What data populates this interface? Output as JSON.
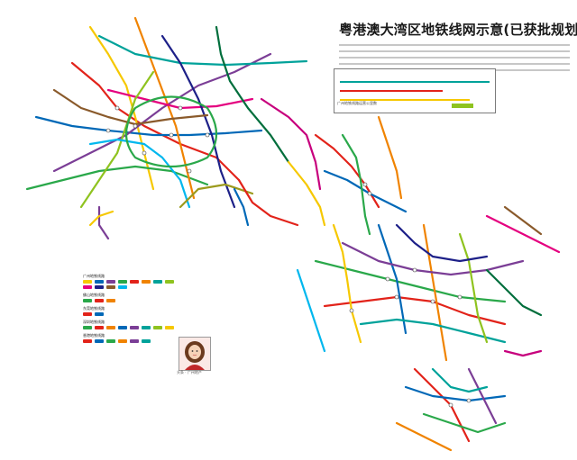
{
  "map": {
    "title": "粤港澳大湾区地铁线网示意(已获批规划)",
    "legend_caption": "广州地铁线路运营公里数",
    "avatar_caption": "头条 · 广州地产",
    "line_colors": {
      "red": "#e2231a",
      "yellow": "#f6c800",
      "blue": "#0068b7",
      "green": "#2aa84a",
      "purple": "#7b3e96",
      "orange": "#f08300",
      "teal": "#00a29a",
      "pink": "#e4007f",
      "brown": "#8a5a2b",
      "lime": "#8fc31f",
      "navy": "#1d2088",
      "cyan": "#00b7ee",
      "darkgreen": "#006e3c",
      "magenta": "#c7007d",
      "olive": "#9c9a1c",
      "gray": "#888888"
    },
    "station_marker": "dot",
    "systems": [
      {
        "name": "广州地铁线路",
        "chip_colors": [
          "#f6c800",
          "#0068b7",
          "#7b3e96",
          "#2aa84a",
          "#e2231a",
          "#f08300",
          "#00a29a",
          "#8fc31f",
          "#e4007f",
          "#1d2088",
          "#8a5a2b",
          "#00b7ee"
        ]
      },
      {
        "name": "佛山地铁线路",
        "chip_colors": [
          "#2aa84a",
          "#e2231a",
          "#f08300"
        ]
      },
      {
        "name": "东莞地铁线路",
        "chip_colors": [
          "#e2231a",
          "#0068b7"
        ]
      },
      {
        "name": "深圳地铁线路",
        "chip_colors": [
          "#2aa84a",
          "#e2231a",
          "#f08300",
          "#0068b7",
          "#7b3e96",
          "#00a29a",
          "#8fc31f",
          "#f6c800"
        ]
      },
      {
        "name": "香港地铁线路",
        "chip_colors": [
          "#e2231a",
          "#0068b7",
          "#2aa84a",
          "#f08300",
          "#7b3e96",
          "#00a29a"
        ]
      }
    ]
  }
}
